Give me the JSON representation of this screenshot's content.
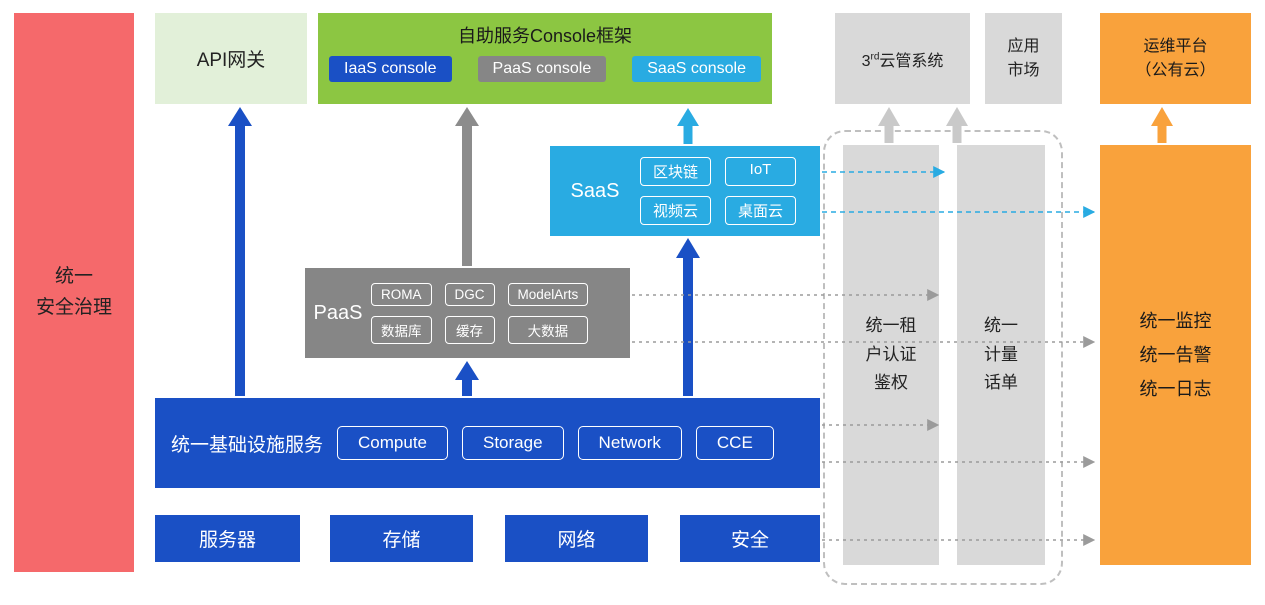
{
  "colors": {
    "red": "#F5696B",
    "light-green": "#E2F0D9",
    "green": "#8CC642",
    "blue": "#1A50C5",
    "gray": "#868686",
    "cyan": "#29ABE2",
    "light-gray": "#D9D9D9",
    "orange": "#F9A23C"
  },
  "security_bar": {
    "label": "统一\n安全治理"
  },
  "api_gateway": {
    "label": "API网关"
  },
  "console_frame": {
    "title": "自助服务Console框架",
    "consoles": [
      {
        "label": "IaaS console",
        "color": "#1A50C5"
      },
      {
        "label": "PaaS console",
        "color": "#868686"
      },
      {
        "label": "SaaS console",
        "color": "#29ABE2"
      }
    ]
  },
  "third_party_cms": {
    "num": "3",
    "sup": "rd",
    "rest": "云管系统"
  },
  "app_market": {
    "label": "应用\n市场"
  },
  "om_platform": {
    "label": "运维平台\n（公有云）"
  },
  "saas": {
    "label": "SaaS",
    "items": [
      "区块链",
      "IoT",
      "视频云",
      "桌面云"
    ]
  },
  "paas": {
    "label": "PaaS",
    "items": [
      "ROMA",
      "DGC",
      "ModelArts",
      "数据库",
      "缓存",
      "大数据"
    ]
  },
  "infrastructure": {
    "label": "统一基础设施服务",
    "items": [
      "Compute",
      "Storage",
      "Network",
      "CCE"
    ]
  },
  "hardware": {
    "items": [
      "服务器",
      "存储",
      "网络",
      "安全"
    ]
  },
  "auth_column": {
    "label": "统一租\n户认证\n鉴权"
  },
  "metering_column": {
    "label": "统一\n计量\n话单"
  },
  "monitor_bar": {
    "label": "统一监控\n统一告警\n统一日志"
  }
}
